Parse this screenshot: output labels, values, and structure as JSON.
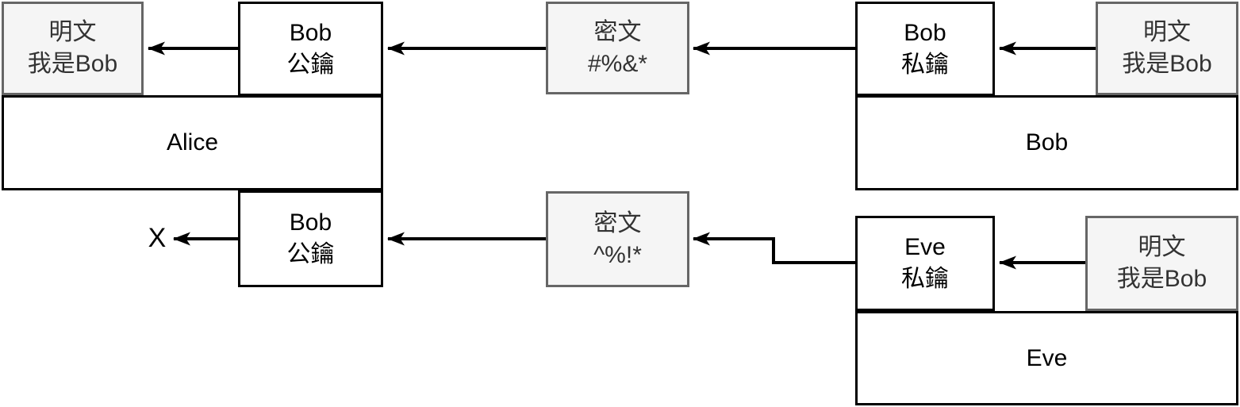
{
  "diagram": {
    "description": "public-key-encryption-flow",
    "background": "#FFFFFF",
    "colors": {
      "box_border": "#000000",
      "white_box_fill": "#FFFFFF",
      "gray_box_border": "#666666",
      "gray_box_fill": "#F5F5F5",
      "gray_box_text": "#333333",
      "arrow": "#000000"
    },
    "nodes": {
      "plaintext_alice": {
        "line1": "明文",
        "line2": "我是Bob"
      },
      "bob_pubkey_top": {
        "line1": "Bob",
        "line2": "公鑰"
      },
      "ciphertext_top": {
        "line1": "密文",
        "line2": "#%&*"
      },
      "bob_privkey": {
        "line1": "Bob",
        "line2": "私鑰"
      },
      "plaintext_bob": {
        "line1": "明文",
        "line2": "我是Bob"
      },
      "alice_container": {
        "label": "Alice"
      },
      "bob_container": {
        "label": "Bob"
      },
      "bob_pubkey_bottom": {
        "line1": "Bob",
        "line2": "公鑰"
      },
      "ciphertext_bottom": {
        "line1": "密文",
        "line2": "^%!*"
      },
      "eve_privkey": {
        "line1": "Eve",
        "line2": "私鑰"
      },
      "plaintext_eve": {
        "line1": "明文",
        "line2": "我是Bob"
      },
      "eve_container": {
        "label": "Eve"
      }
    },
    "reject_mark": "X"
  }
}
